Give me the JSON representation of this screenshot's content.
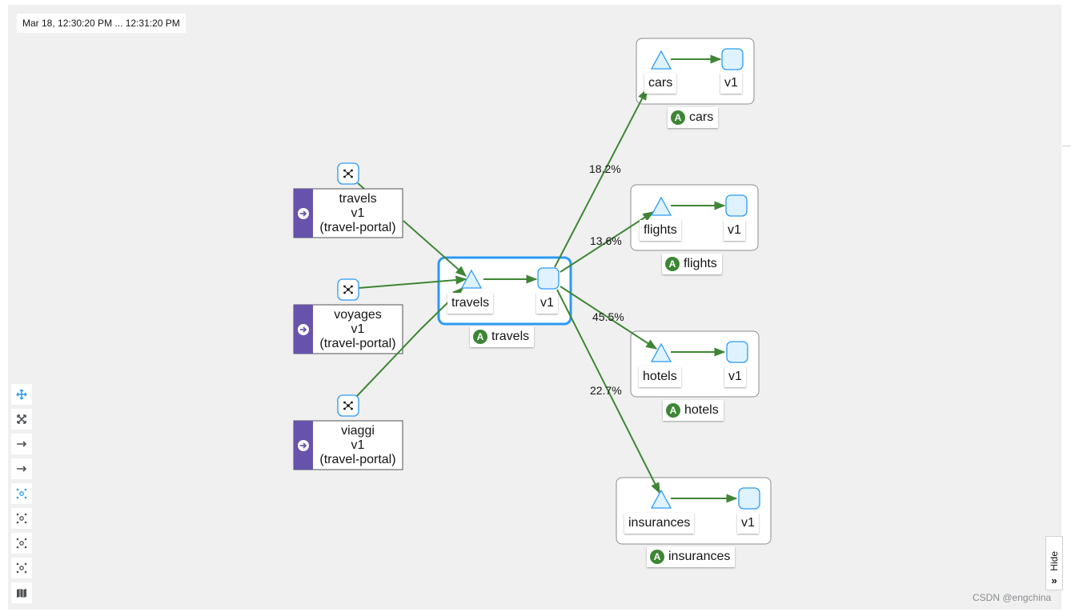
{
  "timestamp": "Mar 18, 12:30:20 PM ... 12:31:20 PM",
  "colors": {
    "edge": "#3e8635",
    "node_fill": "#def3ff",
    "node_border": "#2b9af3",
    "box_border": "#8a8d90",
    "selected_border": "#2b9af3",
    "ingress_stripe": "#6753ac"
  },
  "ingress_workloads": [
    {
      "name": "travels",
      "version": "v1",
      "namespace": "(travel-portal)"
    },
    {
      "name": "voyages",
      "version": "v1",
      "namespace": "(travel-portal)"
    },
    {
      "name": "viaggi",
      "version": "v1",
      "namespace": "(travel-portal)"
    }
  ],
  "center_app": {
    "service": "travels",
    "version": "v1",
    "app": "travels",
    "badge": "A"
  },
  "apps": [
    {
      "service": "cars",
      "version": "v1",
      "app": "cars",
      "badge": "A",
      "edge_label": "18.2%"
    },
    {
      "service": "flights",
      "version": "v1",
      "app": "flights",
      "badge": "A",
      "edge_label": "13.6%"
    },
    {
      "service": "hotels",
      "version": "v1",
      "app": "hotels",
      "badge": "A",
      "edge_label": "45.5%"
    },
    {
      "service": "insurances",
      "version": "v1",
      "app": "insurances",
      "badge": "A",
      "edge_label": "22.7%"
    }
  ],
  "toolbar_icons": [
    "pan-icon",
    "fit-screen-icon",
    "layout-arrow-icon",
    "layout-arrow-icon",
    "layout-default-icon",
    "layout-1-icon",
    "layout-2-icon",
    "layout-3-icon",
    "legend-map-icon"
  ],
  "hide_label": "Hide",
  "watermark": "CSDN @engchina"
}
